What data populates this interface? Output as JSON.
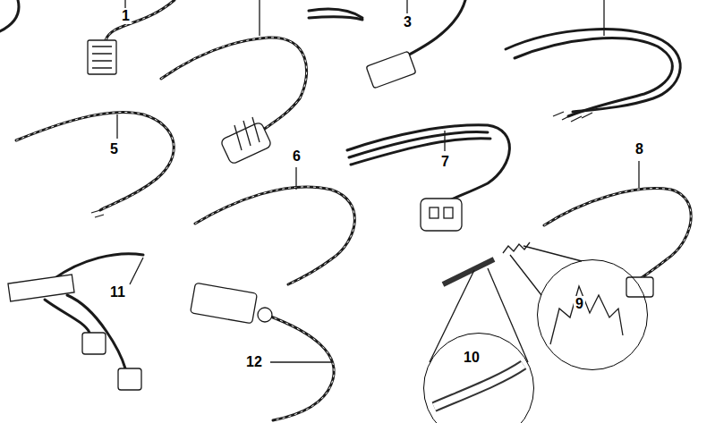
{
  "diagram": {
    "nodes": [
      {
        "text": [
          "10"
        ]
      },
      {
        "text": [
          "9"
        ]
      }
    ],
    "labels": [
      "1",
      "3",
      "5",
      "6",
      "7",
      "8",
      "11",
      "12"
    ]
  }
}
